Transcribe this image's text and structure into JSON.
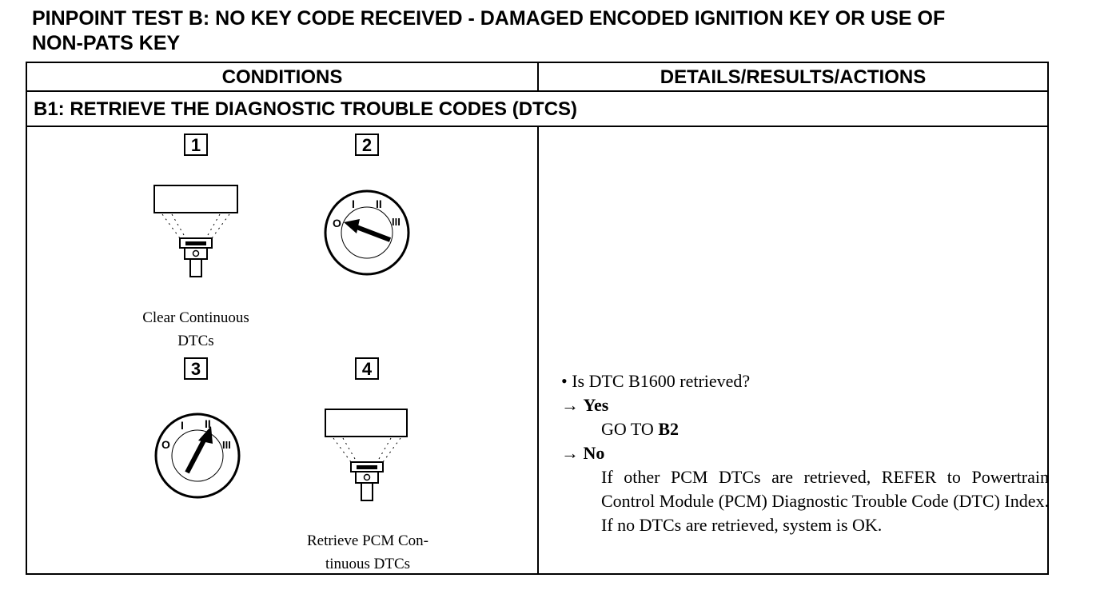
{
  "title": {
    "line1": "PINPOINT TEST B: NO KEY CODE RECEIVED - DAMAGED ENCODED IGNITION KEY OR USE OF",
    "line2": "NON-PATS KEY"
  },
  "table": {
    "headers": {
      "conditions": "CONDITIONS",
      "details": "DETAILS/RESULTS/ACTIONS"
    },
    "step_title": "B1: RETRIEVE THE DIAGNOSTIC TROUBLE CODES (DTCS)"
  },
  "conditions": {
    "steps": [
      {
        "number": "1",
        "icon": "scan-tool-icon"
      },
      {
        "number": "2",
        "icon": "ignition-switch-icon"
      },
      {
        "number": "3",
        "icon": "ignition-switch-icon"
      },
      {
        "number": "4",
        "icon": "scan-tool-icon"
      }
    ],
    "caption_1": {
      "line1": "Clear Continuous",
      "line2": "DTCs"
    },
    "caption_4": {
      "line1": "Retrieve PCM Con-",
      "line2": "tinuous DTCs"
    },
    "ignition_labels": {
      "off": "O",
      "pos1": "I",
      "pos2": "II",
      "pos3": "III"
    }
  },
  "details": {
    "question": "• Is DTC B1600 retrieved?",
    "yes_arrow": "→",
    "yes_label": "Yes",
    "yes_action_prefix": "GO TO",
    "yes_action_target": "B2",
    "no_arrow": "→",
    "no_label": "No",
    "no_action": "If other PCM DTCs are retrieved, REFER to Powertrain Control Module (PCM) Diagnostic Trouble Code (DTC) Index. If no DTCs are retrieved, system is OK."
  }
}
